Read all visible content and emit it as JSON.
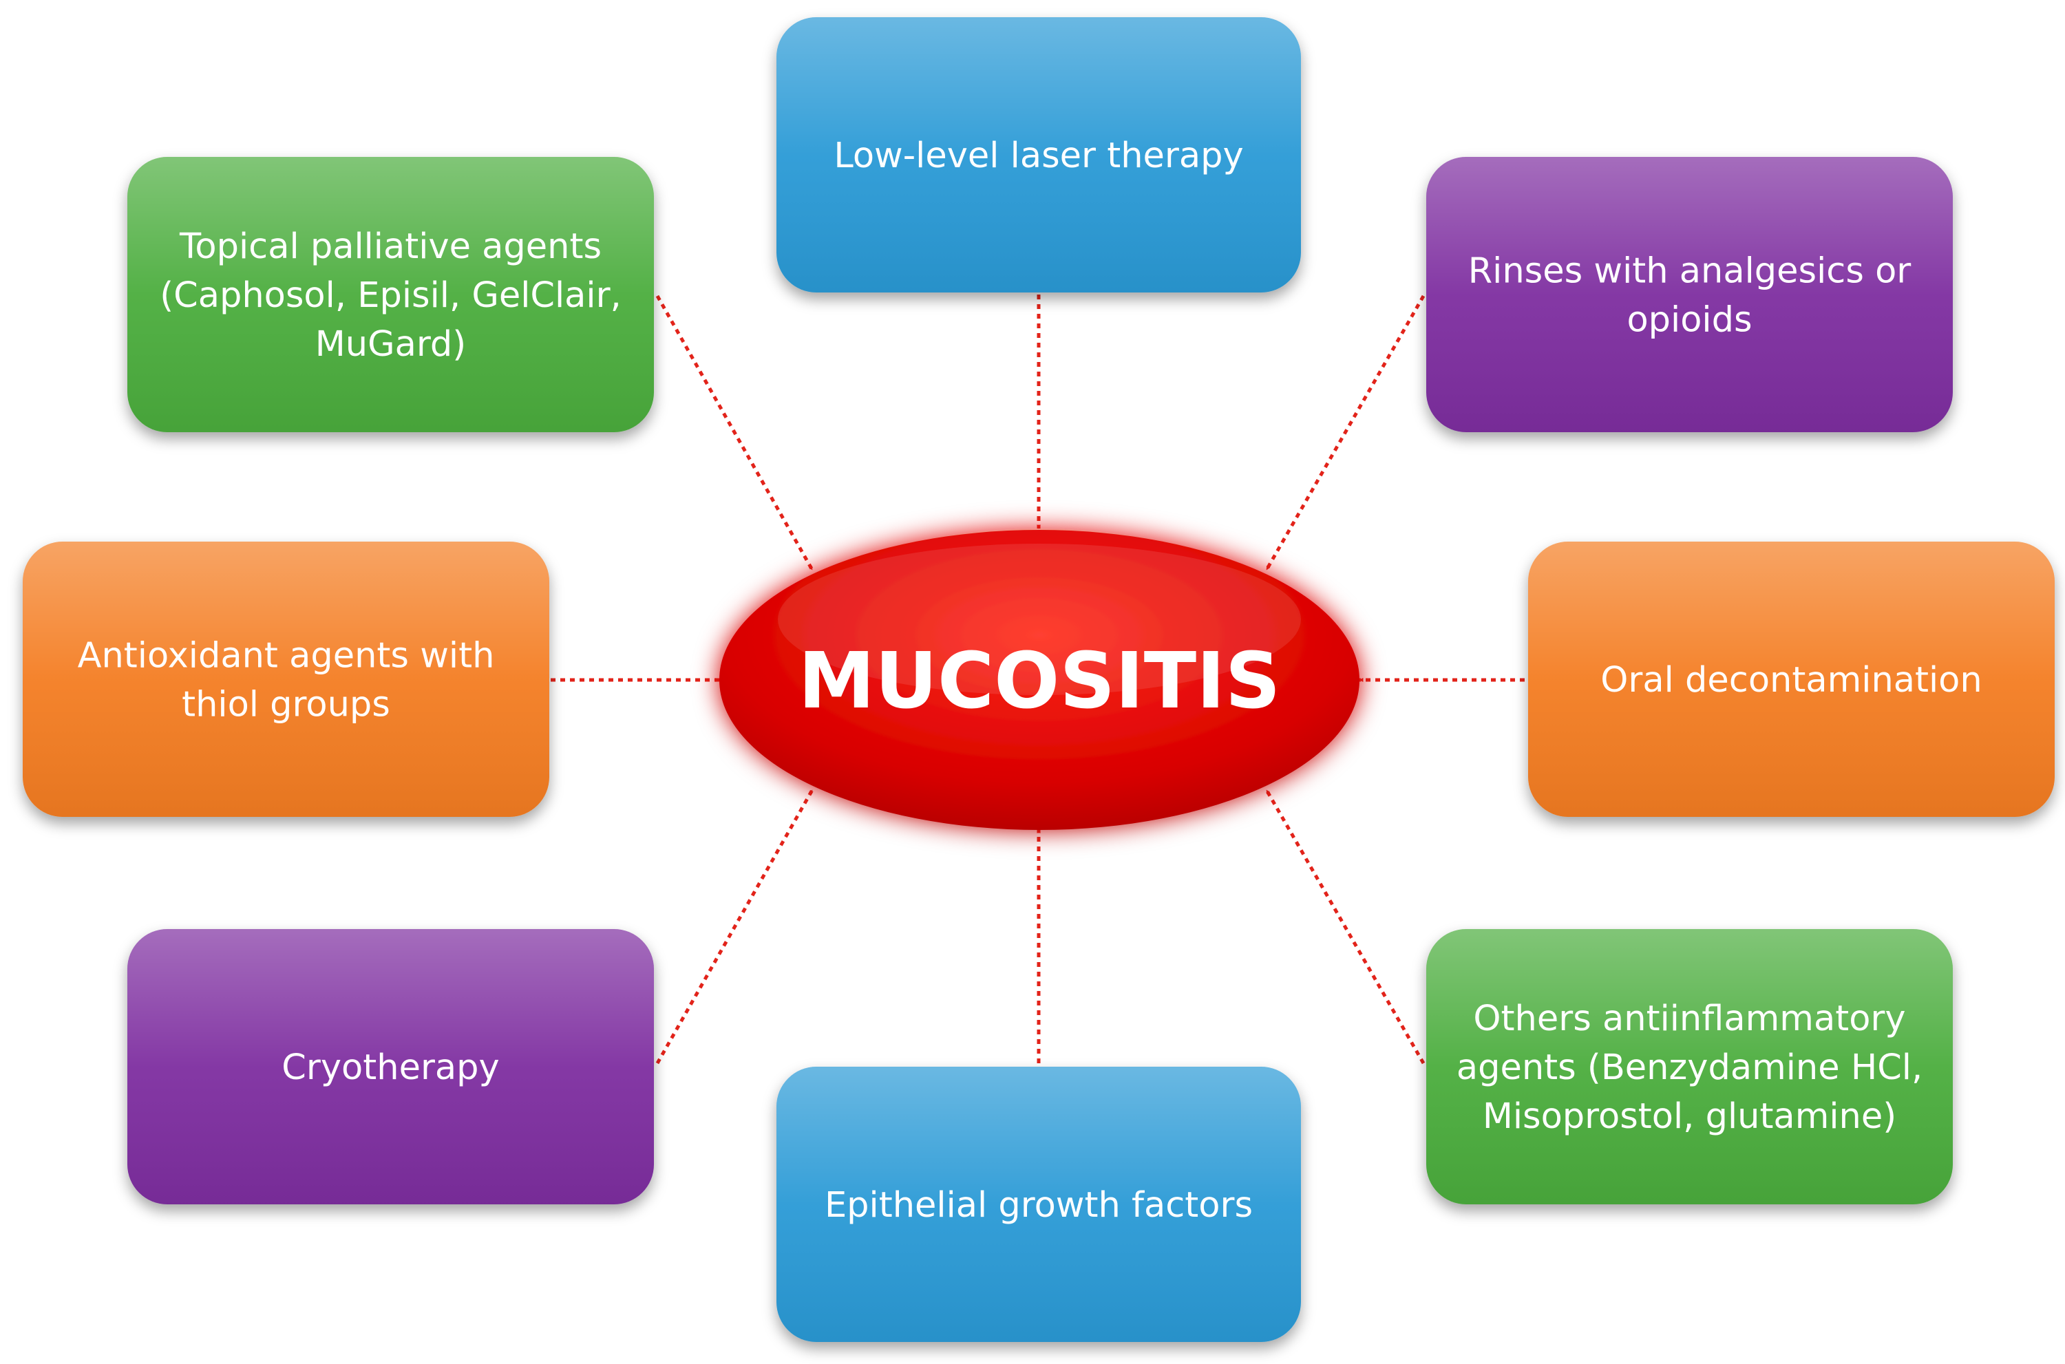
{
  "center": {
    "label": "MUCOSITIS",
    "color": "#e00000"
  },
  "nodes": [
    {
      "id": "laser",
      "lines": [
        "Low-level laser therapy"
      ],
      "color": "#2a9ad6"
    },
    {
      "id": "topical",
      "lines": [
        "Topical palliative agents",
        "(Caphosol, Episil, GelClair,",
        "MuGard)"
      ],
      "color": "#4cad3c"
    },
    {
      "id": "rinses",
      "lines": [
        "Rinses with analgesics or",
        "opioids"
      ],
      "color": "#7e2ea0"
    },
    {
      "id": "antioxidant",
      "lines": [
        "Antioxidant agents with",
        "thiol groups"
      ],
      "color": "#f47d20"
    },
    {
      "id": "oral",
      "lines": [
        "Oral decontamination"
      ],
      "color": "#f47d20"
    },
    {
      "id": "cryo",
      "lines": [
        "Cryotherapy"
      ],
      "color": "#7e2ea0"
    },
    {
      "id": "epithelial",
      "lines": [
        "Epithelial growth factors"
      ],
      "color": "#2a9ad6"
    },
    {
      "id": "others",
      "lines": [
        "Others antiinflammatory",
        "agents (Benzydamine HCl,",
        "Misoprostol, glutamine)"
      ],
      "color": "#4cad3c"
    }
  ]
}
